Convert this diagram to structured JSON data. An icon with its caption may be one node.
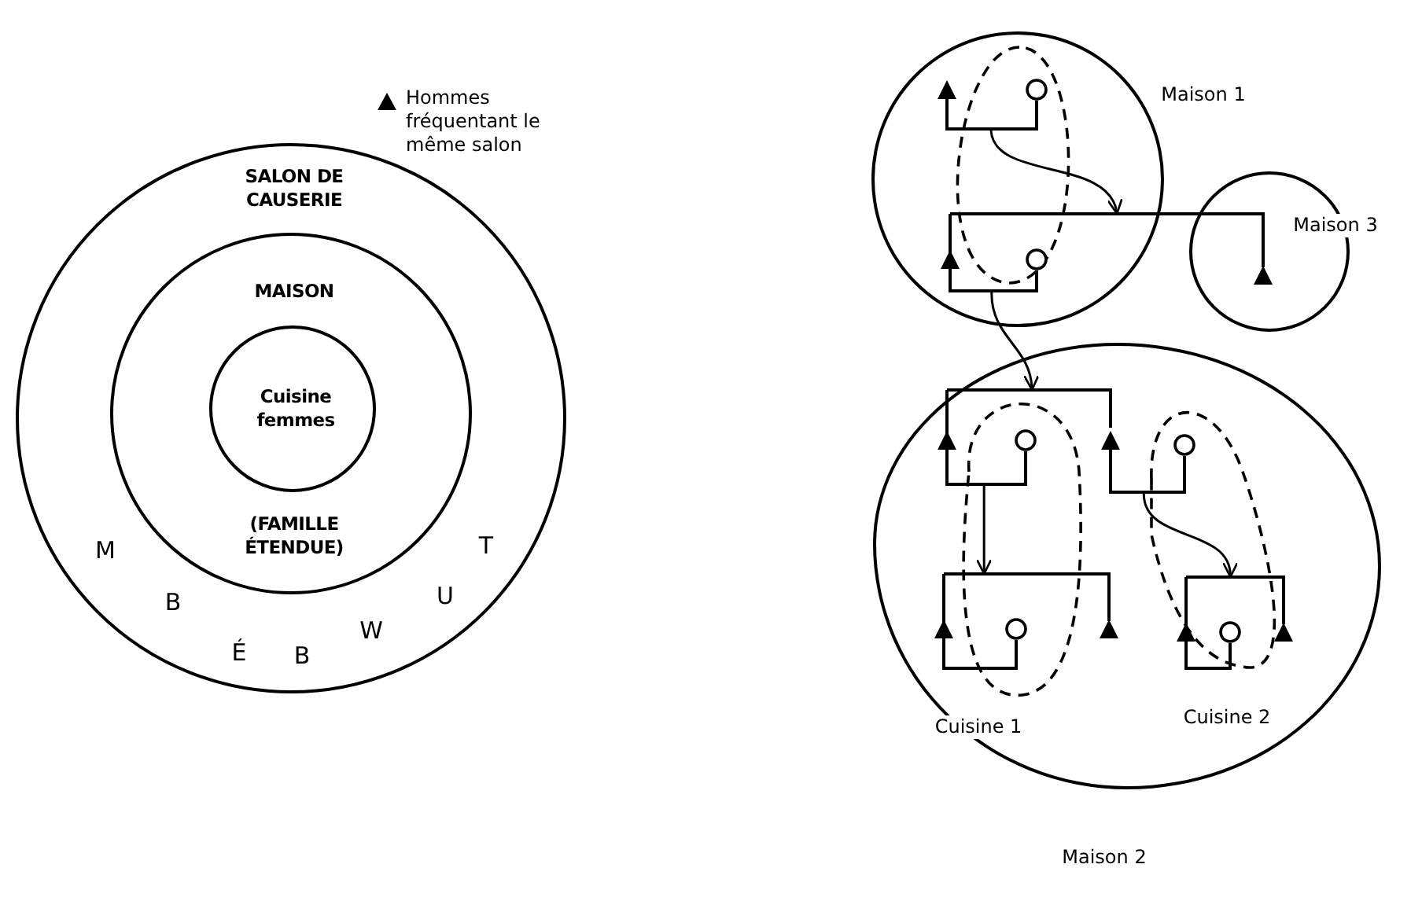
{
  "diagram": {
    "nodes": [
      {
        "text": [
          "SALON DE CAUSERIE"
        ]
      },
      {
        "text": [
          "MAISON",
          "(FAMILLE ÉTENDUE)"
        ],
        "in": 0
      },
      {
        "text": [
          "Cuisine femmes"
        ],
        "in": 1
      },
      {
        "text": [
          "Maison 1"
        ]
      },
      {
        "text": [
          "Maison 3"
        ]
      },
      {
        "text": [
          "Maison 2"
        ]
      },
      {
        "text": [],
        "shape": "picture",
        "in": 3
      },
      {
        "text": [],
        "shape": "picture"
      },
      {
        "text": [],
        "shape": "picture",
        "in": 5
      },
      {
        "text": [],
        "shape": "picture",
        "in": 5
      },
      {
        "text": [],
        "shape": "picture",
        "in": 5,
        "beside": [
          "Cuisine 1"
        ]
      },
      {
        "text": [],
        "shape": "picture",
        "in": 5,
        "beside": [
          "Cuisine 2"
        ]
      }
    ],
    "edges": [
      {
        "from": 6,
        "to": 7,
        "arrow": "to"
      },
      {
        "from": 7,
        "to": 8,
        "arrow": "to"
      },
      {
        "from": 8,
        "to": 10,
        "arrow": "to"
      },
      {
        "from": 9,
        "to": 11,
        "arrow": "to"
      }
    ],
    "labels": [
      "M",
      "B",
      "É",
      "B",
      "W",
      "U",
      "T"
    ],
    "legend": [
      {
        "text": "Hommes fréquentant le même salon"
      }
    ]
  }
}
